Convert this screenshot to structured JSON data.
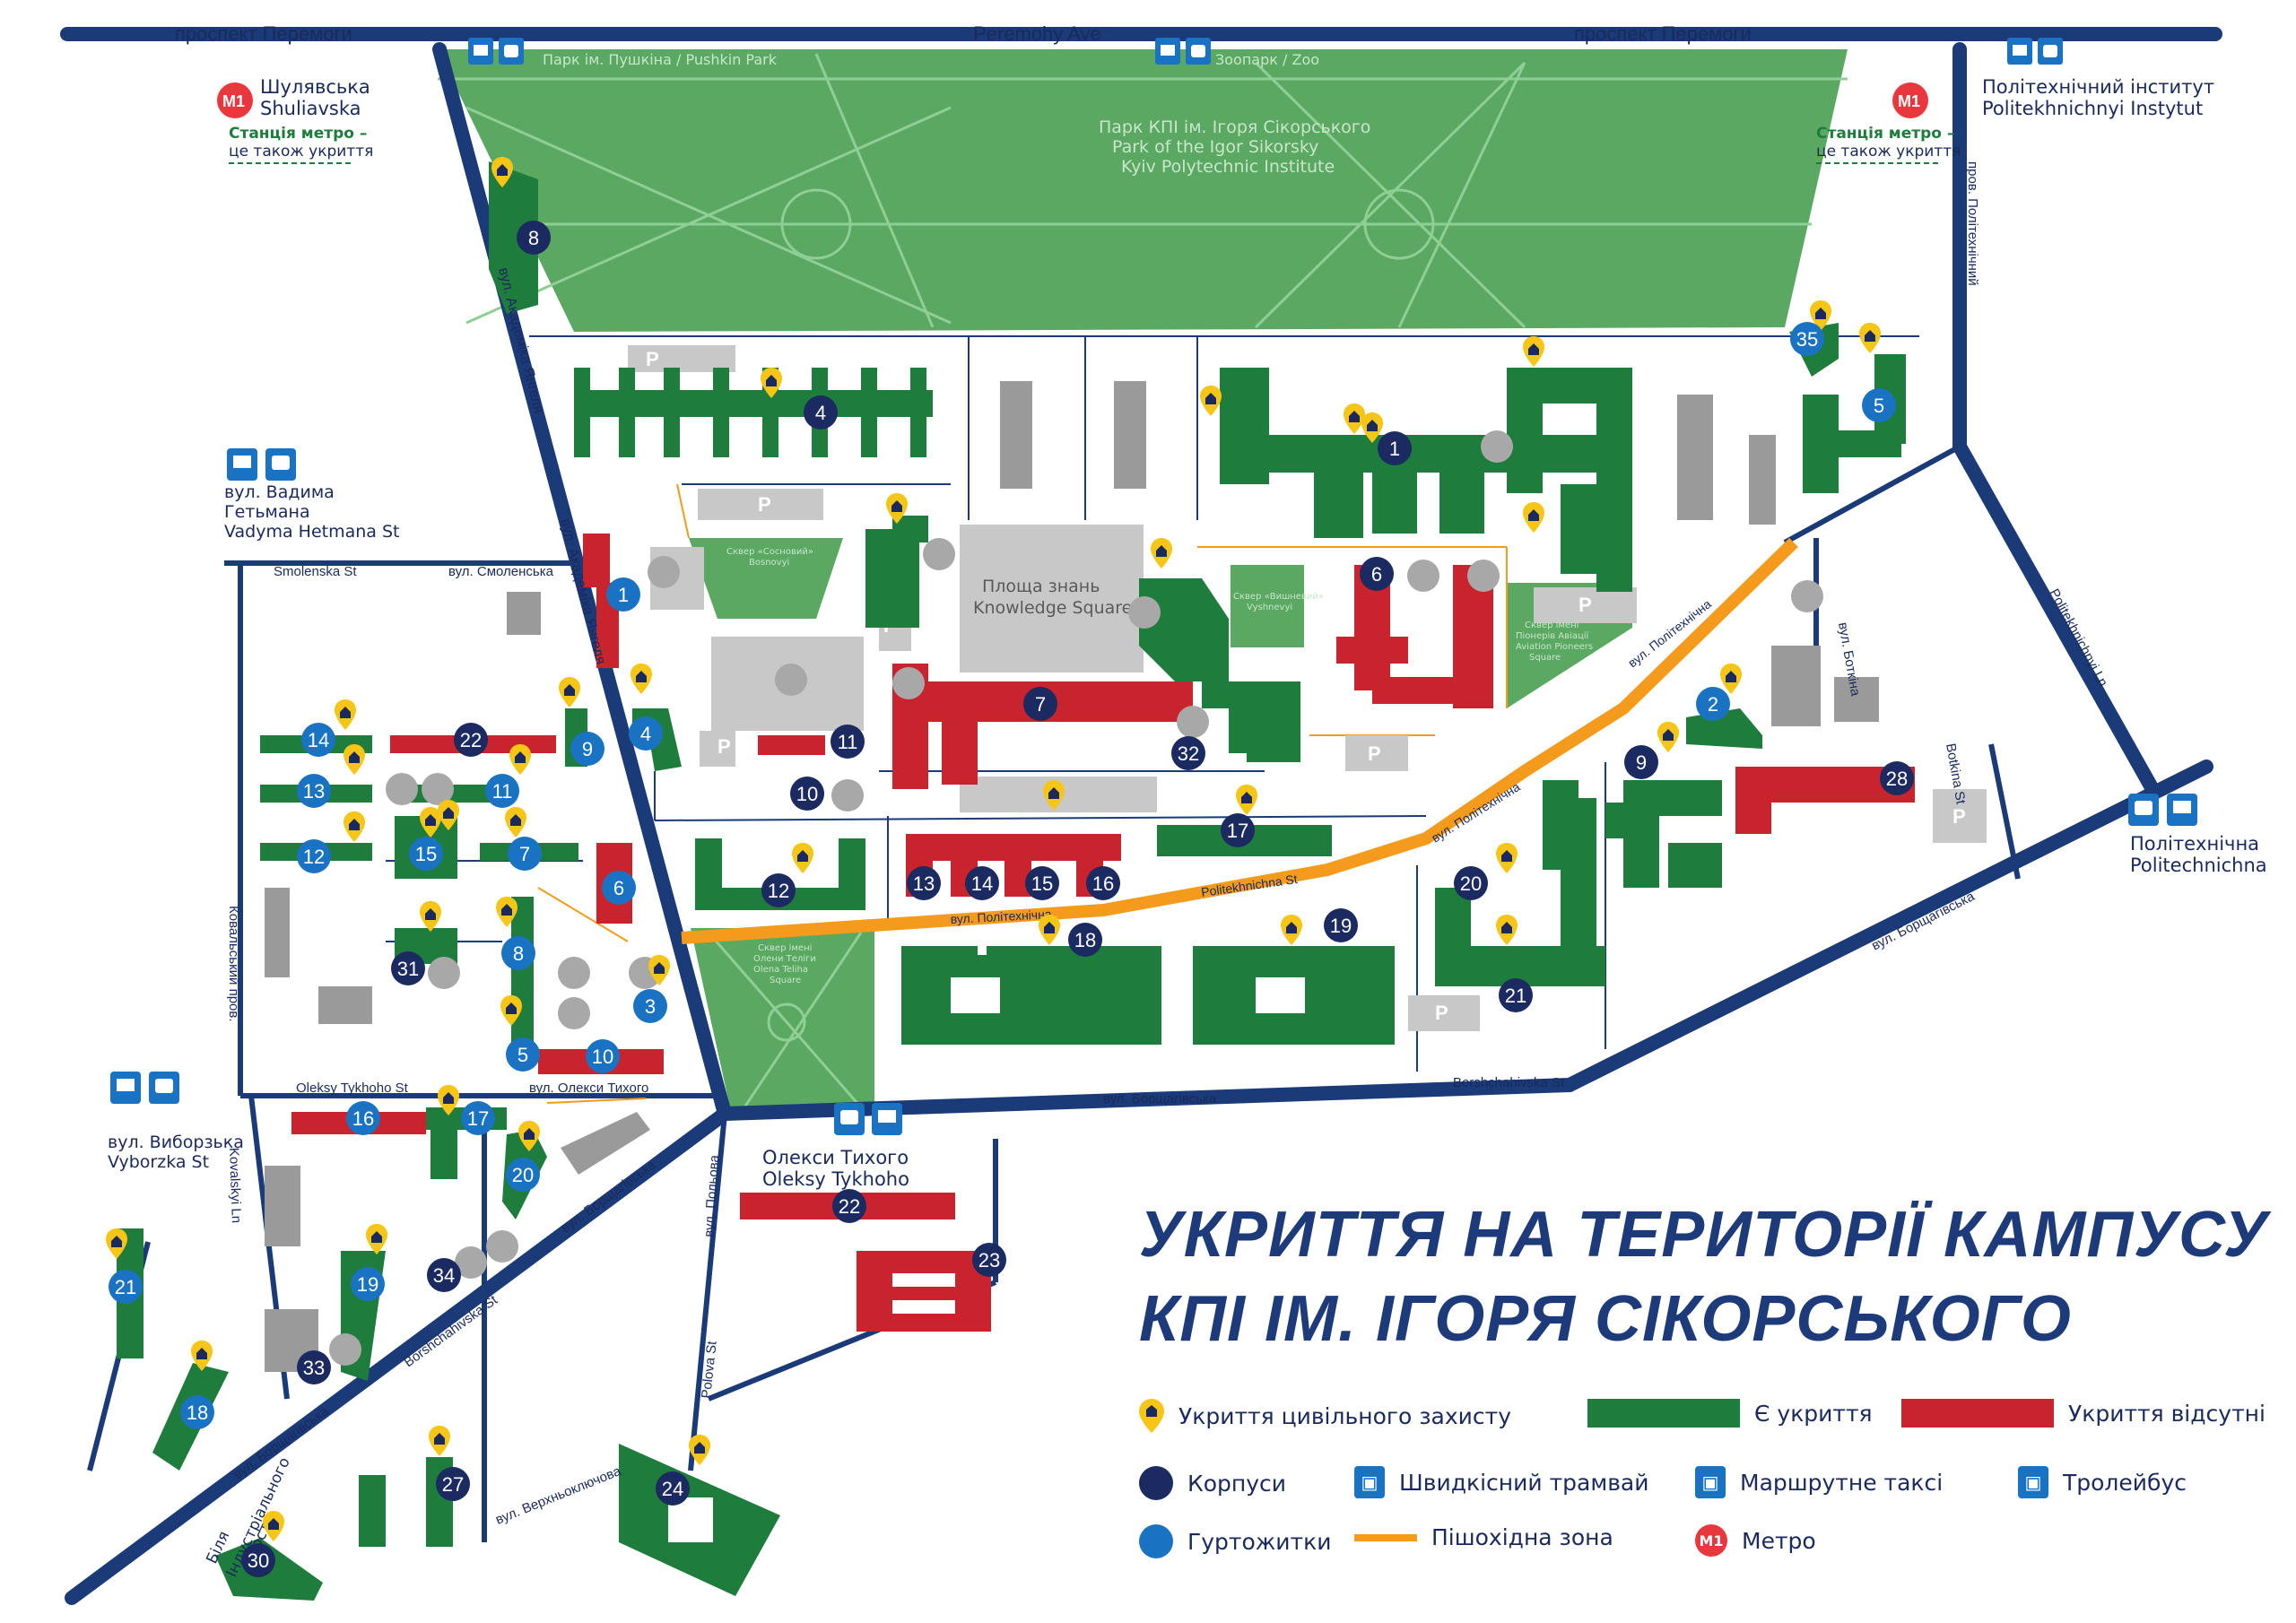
{
  "colors": {
    "road": "#1b3a78",
    "park": "#5aa862",
    "shelter_building": "#1e7c3c",
    "no_shelter_building": "#c9232d",
    "gray_building": "#9a9a9a",
    "light_gray": "#c8c8c8",
    "pedestrian": "#f49a1c",
    "pin": "#f5c518",
    "campus_dot": "#1b2a60",
    "dorm_dot": "#1a72c2",
    "metro": "#e8383d"
  },
  "title": {
    "line1": "УКРИТТЯ НА ТЕРИТОРІЇ КАМПУСУ",
    "line2": "КПІ ІМ. ІГОРЯ СІКОРСЬКОГО"
  },
  "streets": {
    "top_left": "проспект Перемоги",
    "top_center": "Peremohy Ave",
    "top_right": "проспект Перемоги",
    "akademika_yanhelia": "вул. Академіка Янгеля",
    "akademika_yanhelia_2": "вул. Академіка Янгеля",
    "smolenska_en": "Smolenska St",
    "smolenska_ua": "вул. Смоленська",
    "oleksy_tykhoho_en": "Oleksy Tykhoho St",
    "oleksy_tykhoho_ua": "вул. Олекси Тихого",
    "kovalskyi": "Ковальський пров.",
    "kovalskyi_ln": "Kovalskyi Ln",
    "politekhnichna_ua": "вул. Політехнічна",
    "politekhnichna_en": "Politekhnichna St",
    "politekhnichna_ua_2": "вул. Політехнічна",
    "politekhnichna_ua_3": "вул. Політехнічна",
    "borshchahivska_ua": "вул. Борщагівська",
    "borshchahivska_en": "Borshchahivska St",
    "borshchahivska_ua_2": "вул. Борщагівська",
    "borshchahivska_en_2": "Borshchahivska St",
    "borshchahivska_ua_3": "вул. Борщагівська",
    "borshchahivska_ua_4": "вул. Борщагівська",
    "polova_ua": "вул. Польова",
    "polova_en": "Polova St",
    "verkhnokliuchova": "вул. Верхньоключова",
    "botkina_ua": "вул. Боткіна",
    "botkina_en": "Botkina St",
    "politekhnichnyi_ln_ua": "пров. Політехнічний",
    "politekhnichnyi_ln_en": "Politekhnichnyi Ln"
  },
  "places": {
    "shuliavska_ua": "Шулявська",
    "shuliavska_en": "Shuliavska",
    "metro_note_1": "Станція метро –",
    "metro_note_2": "це також укриття",
    "metro_note_3": "Станція метро –",
    "metro_note_4": "це також укриття",
    "politekh_inst_ua": "Політехнічний інститут",
    "politekh_inst_en": "Politekhnichnyi Instytut",
    "pushkin_park": "Парк ім. Пушкіна / Pushkin Park",
    "zoo": "Зоопарк / Zoo",
    "kpi_park_1": "Парк КПІ ім. Ігоря Сікорського",
    "kpi_park_2": "Park of the Igor Sikorsky",
    "kpi_park_3": "Kyiv Polytechnic Institute",
    "vadyma_ua_1": "вул. Вадима",
    "vadyma_ua_2": "Гетьмана",
    "vadyma_en": "Vadyma Hetmana St",
    "vyborzka_ua": "вул. Виборзька",
    "vyborzka_en": "Vyborzka St",
    "knowledge_ua": "Площа знань",
    "knowledge_en": "Knowledge Square",
    "sosnovyi_1": "Сквер «Сосновий»",
    "sosnovyi_2": "Bosnovyi",
    "vyshnevyi_1": "Сквер «Вишневий»",
    "vyshnevyi_2": "Vyshnevyi",
    "aviation_1": "Сквер імені",
    "aviation_2": "Піонерів Авіації",
    "aviation_3": "Aviation Pioneers",
    "aviation_4": "Square",
    "teliha_1": "Сквер імені",
    "teliha_2": "Олени Теліги",
    "teliha_3": "Olena Teliha",
    "teliha_4": "Square",
    "oleksy_stop_ua": "Олекси Тихого",
    "oleksy_stop_en": "Oleksy Tykhoho",
    "politekhnichna_stop_ua": "Політехнічна",
    "politekhnichna_stop_en": "Politechnichna",
    "industrial_bridge_1": "Біля",
    "industrial_bridge_2": "Індустріального",
    "industrial_bridge_3": "мосту"
  },
  "metro_badge": "M1",
  "parking_label": "P",
  "legend": {
    "shelter": "Укриття цивільного захисту",
    "has_shelter": "Є укриття",
    "no_shelter": "Укриття відсутні",
    "campus": "Корпуси",
    "dorms": "Гуртожитки",
    "tram": "Швидкісний трамвай",
    "minibus": "Маршрутне таксі",
    "trolley": "Тролейбус",
    "pedestrian": "Пішохідна зона",
    "metro": "Метро"
  },
  "markers": [
    {
      "n": "8",
      "kind": "campus"
    },
    {
      "n": "4",
      "kind": "campus"
    },
    {
      "n": "1",
      "kind": "campus"
    },
    {
      "n": "35",
      "kind": "dorm"
    },
    {
      "n": "5",
      "kind": "dorm"
    },
    {
      "n": "1",
      "kind": "dorm"
    },
    {
      "n": "6",
      "kind": "campus"
    },
    {
      "n": "7",
      "kind": "campus"
    },
    {
      "n": "32",
      "kind": "campus"
    },
    {
      "n": "11",
      "kind": "campus"
    },
    {
      "n": "10",
      "kind": "campus"
    },
    {
      "n": "4",
      "kind": "dorm"
    },
    {
      "n": "14",
      "kind": "dorm"
    },
    {
      "n": "22",
      "kind": "campus"
    },
    {
      "n": "9",
      "kind": "dorm"
    },
    {
      "n": "13",
      "kind": "dorm"
    },
    {
      "n": "11",
      "kind": "dorm"
    },
    {
      "n": "12",
      "kind": "dorm"
    },
    {
      "n": "15",
      "kind": "dorm"
    },
    {
      "n": "7",
      "kind": "dorm"
    },
    {
      "n": "6",
      "kind": "dorm"
    },
    {
      "n": "12",
      "kind": "campus"
    },
    {
      "n": "13",
      "kind": "campus"
    },
    {
      "n": "14",
      "kind": "campus"
    },
    {
      "n": "15",
      "kind": "campus"
    },
    {
      "n": "16",
      "kind": "campus"
    },
    {
      "n": "17",
      "kind": "campus"
    },
    {
      "n": "2",
      "kind": "dorm"
    },
    {
      "n": "9",
      "kind": "campus"
    },
    {
      "n": "28",
      "kind": "campus"
    },
    {
      "n": "20",
      "kind": "campus"
    },
    {
      "n": "21",
      "kind": "campus"
    },
    {
      "n": "18",
      "kind": "campus"
    },
    {
      "n": "19",
      "kind": "campus"
    },
    {
      "n": "31",
      "kind": "campus"
    },
    {
      "n": "8",
      "kind": "dorm"
    },
    {
      "n": "3",
      "kind": "dorm"
    },
    {
      "n": "5",
      "kind": "dorm"
    },
    {
      "n": "10",
      "kind": "dorm"
    },
    {
      "n": "16",
      "kind": "dorm"
    },
    {
      "n": "17",
      "kind": "dorm"
    },
    {
      "n": "20",
      "kind": "dorm"
    },
    {
      "n": "19",
      "kind": "dorm"
    },
    {
      "n": "34",
      "kind": "campus"
    },
    {
      "n": "33",
      "kind": "campus"
    },
    {
      "n": "21",
      "kind": "dorm"
    },
    {
      "n": "18",
      "kind": "dorm"
    },
    {
      "n": "27",
      "kind": "campus"
    },
    {
      "n": "30",
      "kind": "campus"
    },
    {
      "n": "22",
      "kind": "campus"
    },
    {
      "n": "23",
      "kind": "campus"
    },
    {
      "n": "24",
      "kind": "campus"
    }
  ]
}
